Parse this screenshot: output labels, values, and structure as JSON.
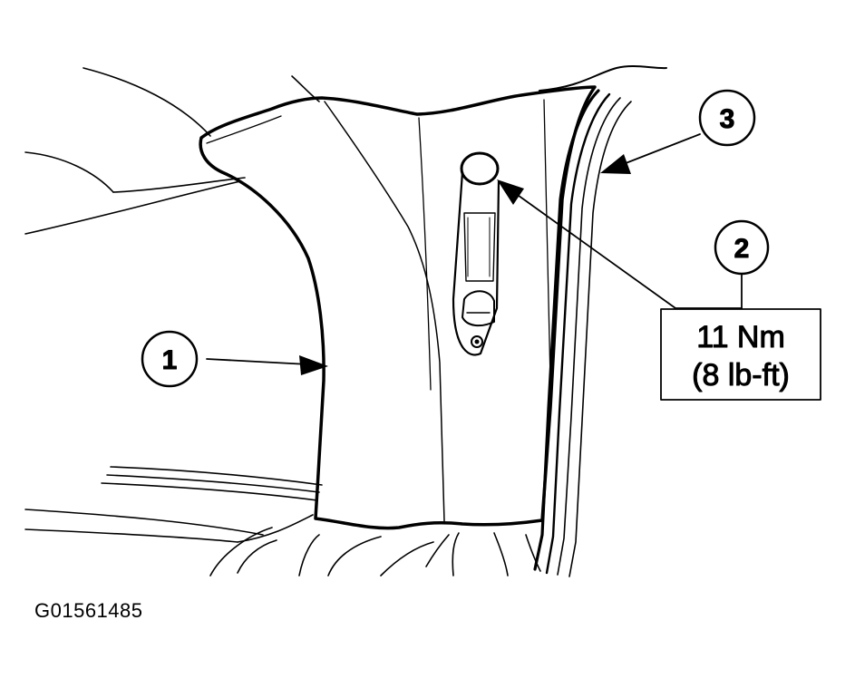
{
  "callouts": {
    "c1": "1",
    "c2": "2",
    "c3": "3"
  },
  "torque_spec": {
    "metric": "11 Nm",
    "imperial": "(8 lb-ft)"
  },
  "figure_id": "G01561485",
  "colors": {
    "ink": "#000000",
    "background": "#ffffff"
  }
}
